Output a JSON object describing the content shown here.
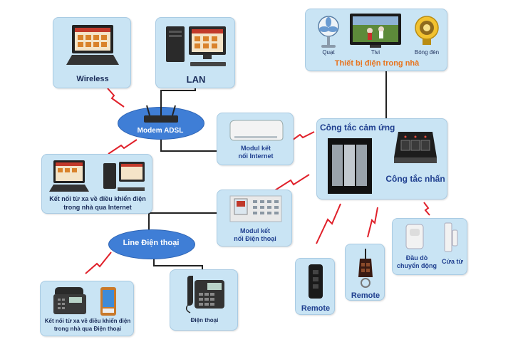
{
  "nodes": {
    "wireless": {
      "label": "Wireless"
    },
    "lan": {
      "label": "LAN"
    },
    "modem": {
      "label": "Modem ADSL"
    },
    "modul_internet": {
      "label_line1": "Modul kết",
      "label_line2": "nối Internet"
    },
    "remote_internet": {
      "label_line1": "Kết nối từ xa về điều khiển điện",
      "label_line2": "trong nhà qua Internet"
    },
    "home_devices": {
      "title": "Thiết bị điện trong nhà",
      "items": [
        "Quạt",
        "Tivi",
        "Bóng đèn"
      ]
    },
    "touch_switch": {
      "title": "Công tắc cảm ứng",
      "push_label": "Công tắc nhấn"
    },
    "phone_line": {
      "label": "Line Điện thoại"
    },
    "modul_phone": {
      "label_line1": "Modul kết",
      "label_line2": "nối Điện thoại"
    },
    "remote_phone": {
      "label_line1": "Kết nối từ xa về điều khiển điện",
      "label_line2": "trong nhà qua Điện thoại"
    },
    "phone": {
      "label": "Điện thoại"
    },
    "remote1": {
      "label": "Remote"
    },
    "remote2": {
      "label": "Remote"
    },
    "sensors": {
      "motion_line1": "Đầu dò",
      "motion_line2": "chuyển động",
      "door": "Cửa từ"
    }
  },
  "colors": {
    "box": "#c9e4f4",
    "ellipse": "#3f7ed6",
    "bolt": "#e0202a",
    "title_orange": "#e8741e",
    "label_blue": "#1f3f8f"
  }
}
